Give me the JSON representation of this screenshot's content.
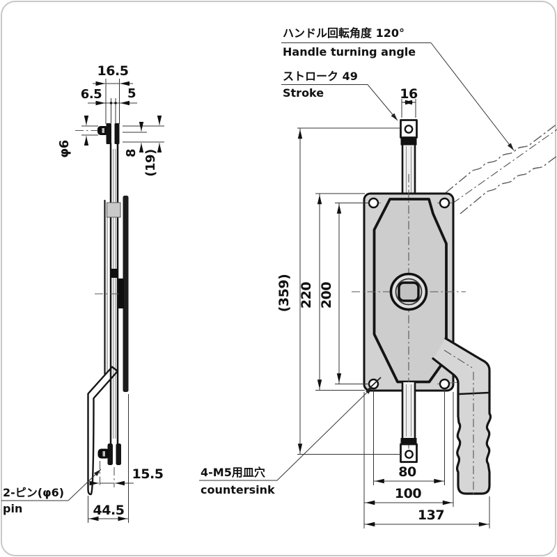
{
  "annotations": {
    "handle_angle": {
      "jp": "ハンドル回転角度 120°",
      "en": "Handle turning angle"
    },
    "stroke": {
      "jp": "ストローク 49",
      "en": "Stroke"
    },
    "pin": {
      "jp": "2-ピン(φ6)",
      "en": "pin"
    },
    "countersink": {
      "jp": "4-M5用皿穴",
      "en": "countersink"
    }
  },
  "side_view": {
    "dim_width_top": "16.5",
    "dim_left": "6.5",
    "dim_right": "5",
    "dim_pin_dia": "φ6",
    "dim_8": "8",
    "dim_19": "(19)",
    "dim_offset": "15.5",
    "dim_overall": "44.5"
  },
  "front_view": {
    "dim_rod_width": "16",
    "dim_overall_length": "(359)",
    "dim_plate_height": "220",
    "dim_hole_spacing_v": "200",
    "dim_hole_spacing_h": "80",
    "dim_plate_width": "100",
    "dim_overall_width": "137"
  }
}
